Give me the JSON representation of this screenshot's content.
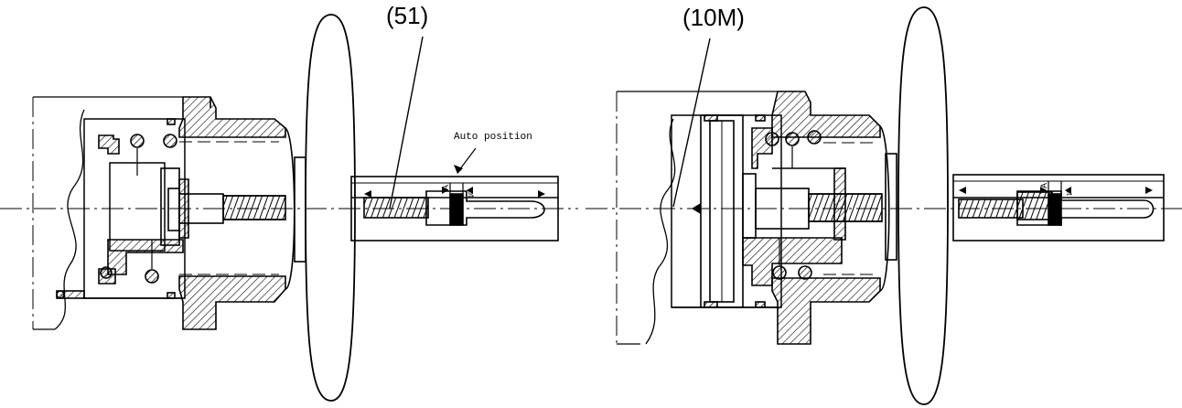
{
  "diagram": {
    "left": {
      "callout": "(51)",
      "annotation": "Auto position",
      "scale_letters": [
        "A",
        "ot"
      ]
    },
    "right": {
      "callout": "(10M)",
      "scale_letters": [
        "A",
        "ot"
      ]
    }
  },
  "colors": {
    "line": "#000000",
    "background": "#ffffff"
  }
}
